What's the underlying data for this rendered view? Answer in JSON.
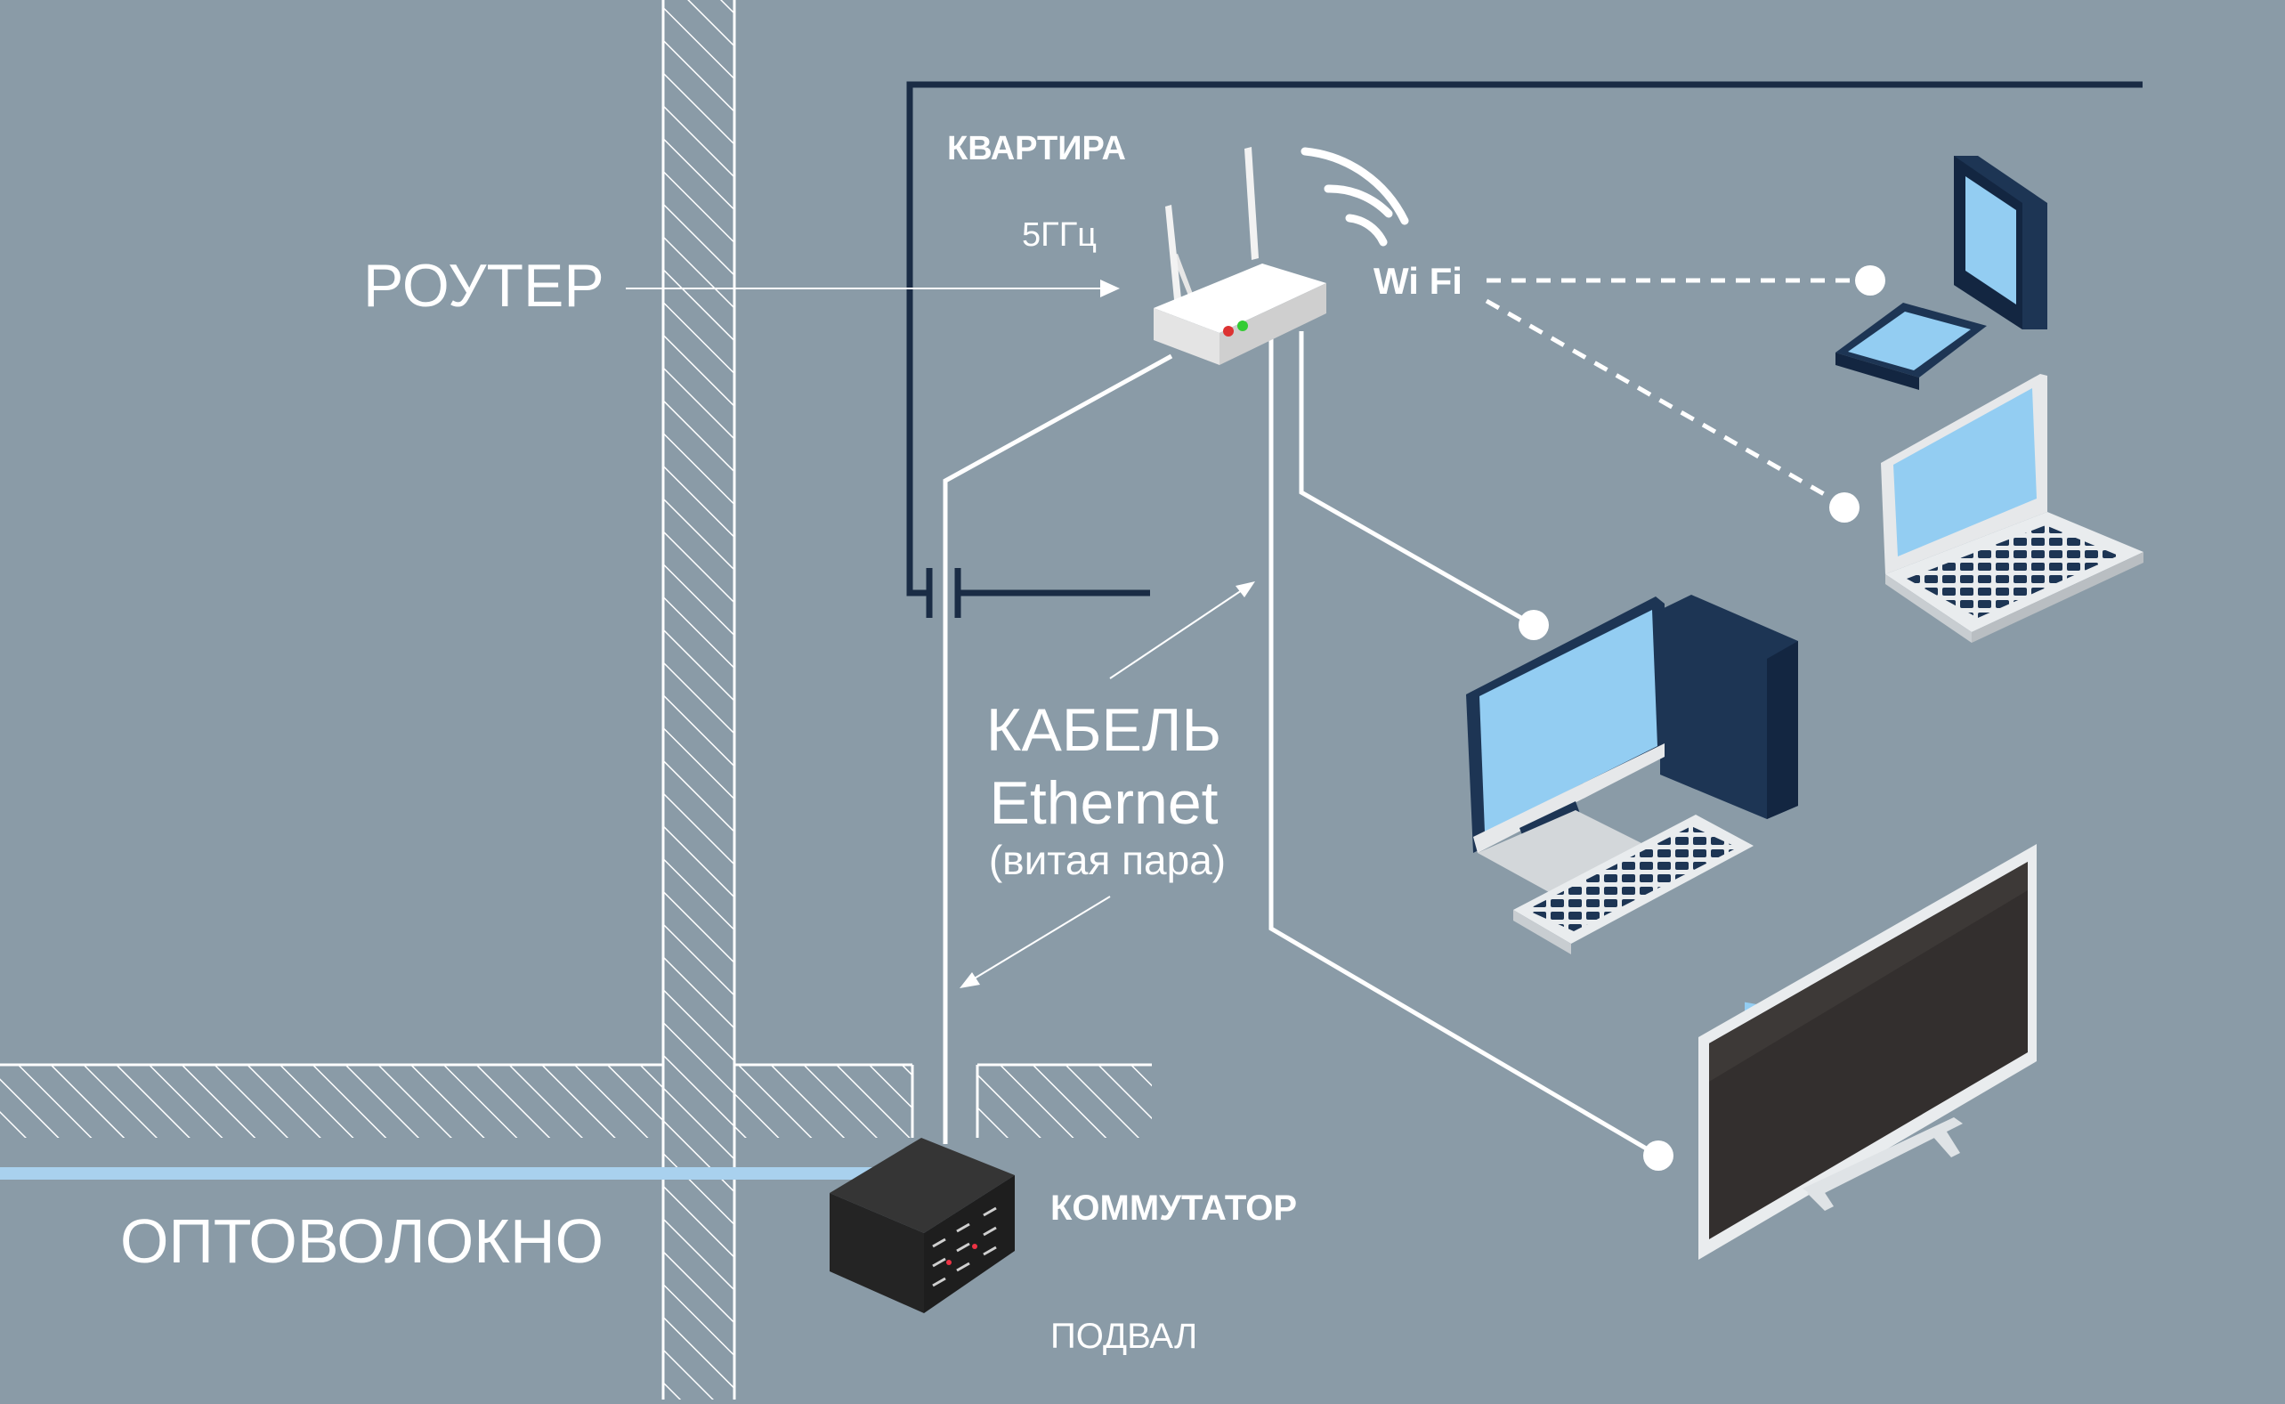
{
  "labels": {
    "apartment": "КВАРТИРА",
    "router": "РОУТЕР",
    "band": "5ГГц",
    "wifi": "Wi Fi",
    "cable_line1": "КАБЕЛЬ",
    "cable_line2": "Ethernet",
    "cable_line3": "(витая пара)",
    "switch": "КОММУТАТОР",
    "basement": "ПОДВАЛ",
    "fiber": "ОПТОВОЛОКНО"
  },
  "colors": {
    "background": "#8a9ba7",
    "wall": "#1a2c45",
    "line": "#ffffff",
    "fiber": "#a9d1ee",
    "screen": "#93cdf2",
    "device_dark": "#1d3554"
  }
}
